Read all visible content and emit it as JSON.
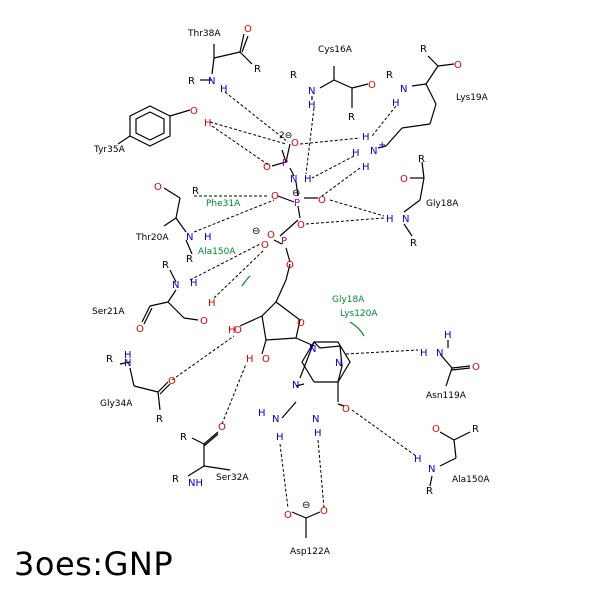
{
  "structure_id": "3oes:GNP",
  "colors": {
    "bond": "#000000",
    "hbond": "#000000",
    "oxygen": "#dd0000",
    "nitrogen": "#0000cc",
    "phosphorus": "#aa00aa",
    "hydrophobic": "#00882e"
  },
  "residues": {
    "thr38a": "Thr38A",
    "cys16a": "Cys16A",
    "lys19a": "Lys19A",
    "tyr35a": "Tyr35A",
    "gly18a": "Gly18A",
    "thr20a": "Thr20A",
    "ser21a": "Ser21A",
    "gly34a": "Gly34A",
    "asn119a": "Asn119A",
    "ala150a": "Ala150A",
    "ser32a": "Ser32A",
    "asp122a": "Asp122A"
  },
  "hydrophobic_contacts": {
    "phe31a": "Phe31A",
    "ala150a": "Ala150A",
    "gly18a": "Gly18A",
    "lys120a": "Lys120A"
  },
  "atoms": {
    "O": "O",
    "N": "N",
    "H": "H",
    "P": "P",
    "R": "R",
    "NH": "NH",
    "charge_2minus": "2⊖",
    "charge_minus": "⊖",
    "charge_plus": "+"
  }
}
